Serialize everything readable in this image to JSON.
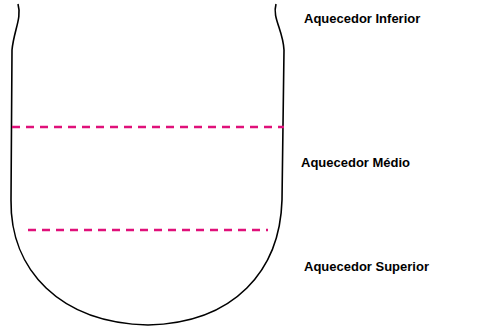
{
  "diagram": {
    "labels": [
      "Aquecedor Inferior",
      "Aquecedor Médio",
      "Aquecedor Superior"
    ]
  }
}
